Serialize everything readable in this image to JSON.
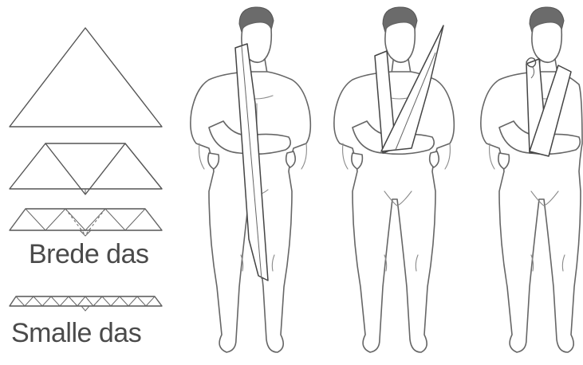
{
  "labels": {
    "wide_bandage": "Brede das",
    "narrow_bandage": "Smalle das"
  },
  "figures": [
    {
      "name": "figure-step-1"
    },
    {
      "name": "figure-step-2"
    },
    {
      "name": "figure-step-3"
    }
  ],
  "colors": {
    "line": "#555555",
    "text": "#4a4a4a",
    "background": "#ffffff"
  }
}
